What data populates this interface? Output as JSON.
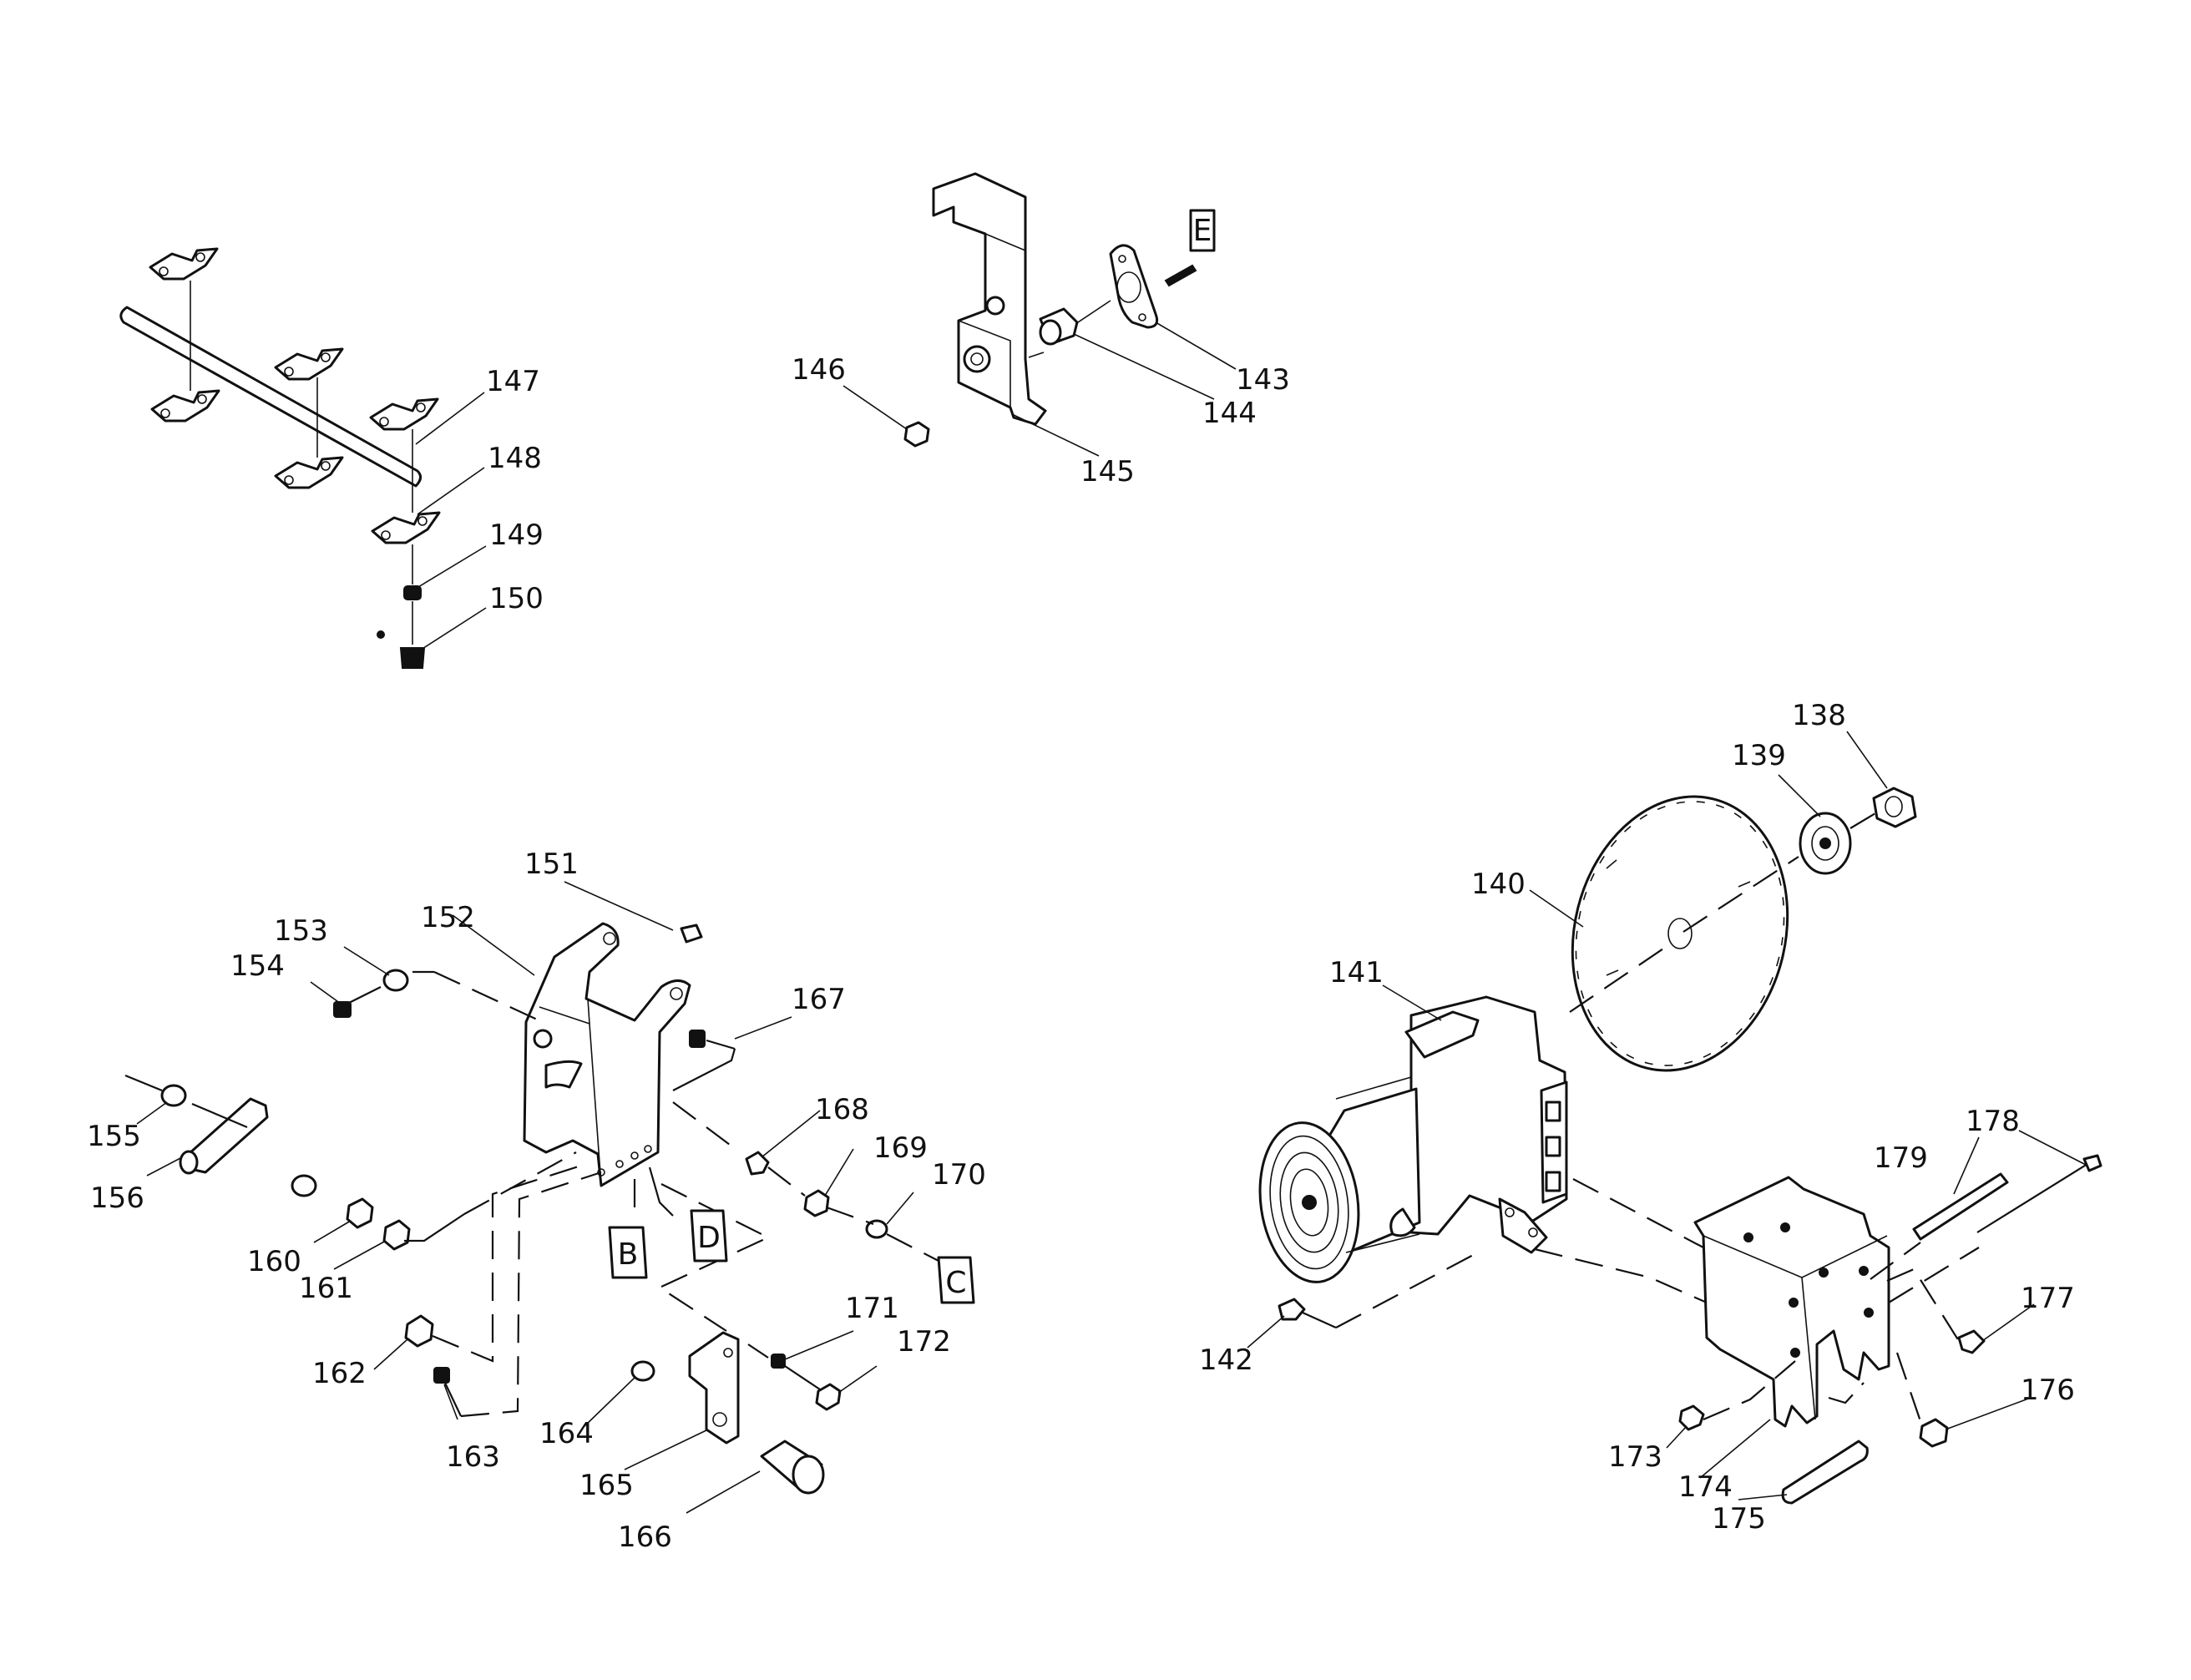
{
  "labels": {
    "p138": "138",
    "p139": "139",
    "p140": "140",
    "p141": "141",
    "p142": "142",
    "p143": "143",
    "p144": "144",
    "p145": "145",
    "p146": "146",
    "p147": "147",
    "p148": "148",
    "p149": "149",
    "p150": "150",
    "p151": "151",
    "p152": "152",
    "p153": "153",
    "p154": "154",
    "p155": "155",
    "p156": "156",
    "p160": "160",
    "p161": "161",
    "p162": "162",
    "p163": "163",
    "p164": "164",
    "p165": "165",
    "p166": "166",
    "p167": "167",
    "p168": "168",
    "p169": "169",
    "p170": "170",
    "p171": "171",
    "p172": "172",
    "p173": "173",
    "p174": "174",
    "p175": "175",
    "p176": "176",
    "p177": "177",
    "p178": "178",
    "p179": "179"
  },
  "connector_tags": {
    "b": "B",
    "c": "C",
    "d": "D",
    "e": "E"
  }
}
